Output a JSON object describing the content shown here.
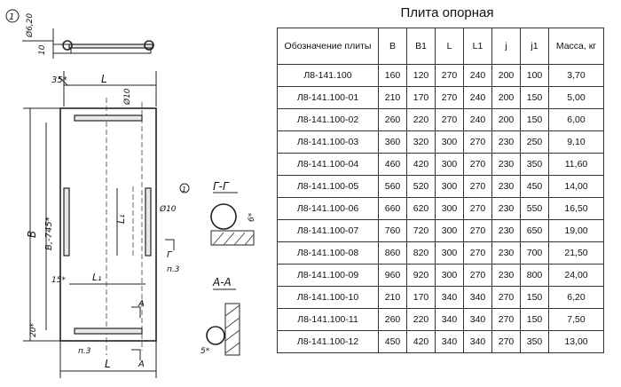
{
  "drawing": {
    "labels": {
      "note_circle": "1",
      "dim_top_small": "Ø6,20",
      "dim_10": "10",
      "dim_35": "35*",
      "dim_L_top": "L",
      "dim_phi10_top": "Ø10",
      "dim_B": "B",
      "dim_B_minus": "B,-745*",
      "dim_L1_right": "L₁",
      "dim_phi10_right": "Ø10",
      "note_circle_right": "1",
      "mark_G": "Г",
      "dim_n3_right": "п.3",
      "dim_15": "15*",
      "dim_L1_bottom": "L₁",
      "dim_L_bottom": "L",
      "mark_A_upper": "A",
      "mark_A_lower": "A",
      "dim_n3_bottom": "п.3",
      "dim_20": "20*",
      "section_GG": "Г-Г",
      "dim_6": "6*",
      "section_AA": "А-А",
      "dim_5": "5*"
    }
  },
  "table": {
    "title": "Плита опорная",
    "headers": [
      "Обозначение плиты",
      "B",
      "B1",
      "L",
      "L1",
      "j",
      "j1",
      "Масса, кг"
    ],
    "rows": [
      [
        "Л8-141.100",
        "160",
        "120",
        "270",
        "240",
        "200",
        "100",
        "3,70"
      ],
      [
        "Л8-141.100-01",
        "210",
        "170",
        "270",
        "240",
        "200",
        "150",
        "5,00"
      ],
      [
        "Л8-141.100-02",
        "260",
        "220",
        "270",
        "240",
        "200",
        "150",
        "6,00"
      ],
      [
        "Л8-141.100-03",
        "360",
        "320",
        "300",
        "270",
        "230",
        "250",
        "9,10"
      ],
      [
        "Л8-141.100-04",
        "460",
        "420",
        "300",
        "270",
        "230",
        "350",
        "11,60"
      ],
      [
        "Л8-141.100-05",
        "560",
        "520",
        "300",
        "270",
        "230",
        "450",
        "14,00"
      ],
      [
        "Л8-141.100-06",
        "660",
        "620",
        "300",
        "270",
        "230",
        "550",
        "16,50"
      ],
      [
        "Л8-141.100-07",
        "760",
        "720",
        "300",
        "270",
        "230",
        "650",
        "19,00"
      ],
      [
        "Л8-141.100-08",
        "860",
        "820",
        "300",
        "270",
        "230",
        "700",
        "21,50"
      ],
      [
        "Л8-141.100-09",
        "960",
        "920",
        "300",
        "270",
        "230",
        "800",
        "24,00"
      ],
      [
        "Л8-141.100-10",
        "210",
        "170",
        "340",
        "340",
        "270",
        "150",
        "6,20"
      ],
      [
        "Л8-141.100-11",
        "260",
        "220",
        "340",
        "340",
        "270",
        "150",
        "7,50"
      ],
      [
        "Л8-141.100-12",
        "450",
        "420",
        "340",
        "340",
        "270",
        "350",
        "13,00"
      ]
    ]
  }
}
